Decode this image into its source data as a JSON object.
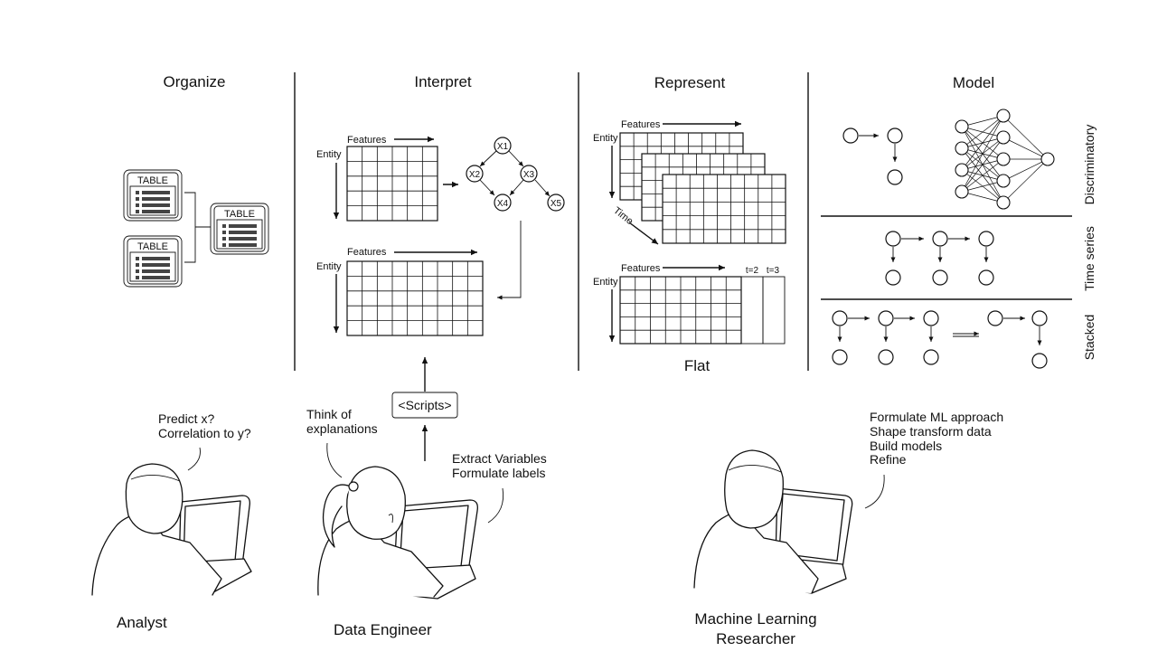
{
  "columns": {
    "organize": "Organize",
    "interpret": "Interpret",
    "represent": "Represent",
    "model": "Model"
  },
  "organize": {
    "table_label": "TABLE"
  },
  "interpret": {
    "features": "Features",
    "entity": "Entity",
    "nodes": [
      "X1",
      "X2",
      "X3",
      "X4",
      "X5"
    ],
    "scripts": "<Scripts>"
  },
  "represent": {
    "features": "Features",
    "entity": "Entity",
    "time": "Time",
    "t2": "t=2",
    "t3": "t=3",
    "flat": "Flat"
  },
  "model": {
    "rows": [
      "Discriminatory",
      "Time series",
      "Stacked"
    ]
  },
  "personas": {
    "analyst": {
      "name": "Analyst",
      "speech": [
        "Predict x?",
        "Correlation to y?"
      ]
    },
    "engineer": {
      "name": "Data Engineer",
      "think": [
        "Think of",
        "explanations"
      ],
      "speech": [
        "Extract Variables",
        "Formulate labels"
      ]
    },
    "researcher": {
      "name": [
        "Machine Learning",
        "Researcher"
      ],
      "speech": [
        "Formulate ML approach",
        "Shape transform data",
        "Build models",
        "Refine"
      ]
    }
  }
}
